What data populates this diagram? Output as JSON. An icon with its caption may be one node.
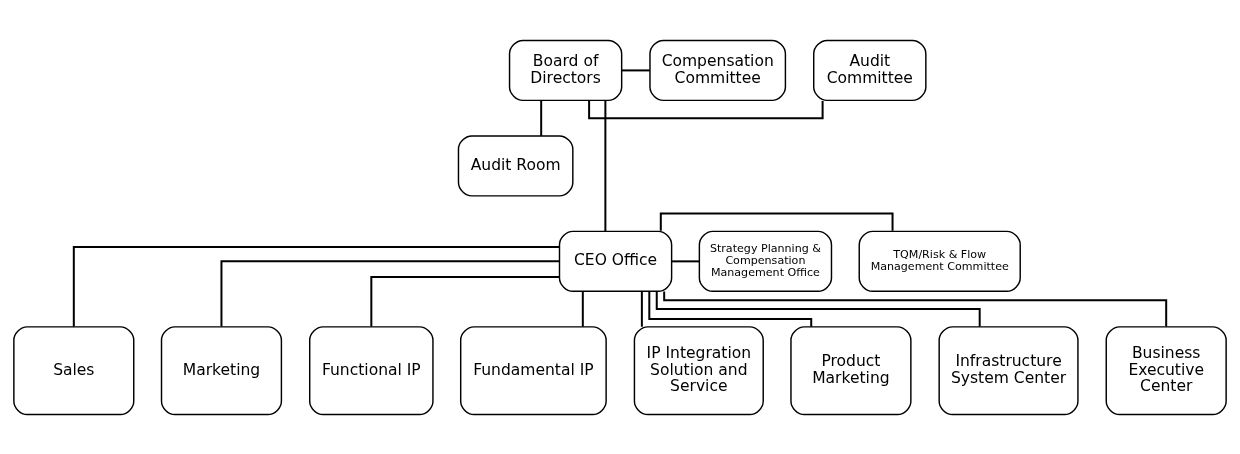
{
  "diagram": {
    "nodes": [
      {
        "text": [
          "Board of Directors"
        ]
      },
      {
        "text": [
          "Audit Committee"
        ]
      },
      {
        "text": [
          "Compensation Committee"
        ]
      },
      {
        "text": [
          "Audit Room"
        ]
      },
      {
        "text": [
          "CEO Office"
        ]
      },
      {
        "text": [
          "TQM/Risk & Flow Management Committee"
        ]
      },
      {
        "text": [
          "Strategy Planning & Compensation Management Office"
        ]
      },
      {
        "text": [
          "Sales"
        ]
      },
      {
        "text": [
          "Marketing"
        ]
      },
      {
        "text": [
          "Functional IP"
        ]
      },
      {
        "text": [
          "Fundamental IP"
        ]
      },
      {
        "text": [
          "IP Integration Solution and Service"
        ]
      },
      {
        "text": [
          "Product Marketing"
        ]
      },
      {
        "text": [
          "Infrastructure System Center"
        ]
      },
      {
        "text": [
          "Business Executive Center"
        ]
      }
    ],
    "edges": [
      {
        "from": 0,
        "to": 1,
        "arrow": "none"
      },
      {
        "from": 0,
        "to": 2,
        "arrow": "none"
      },
      {
        "from": 0,
        "to": 3,
        "arrow": "none"
      },
      {
        "from": 0,
        "to": 4,
        "arrow": "none"
      },
      {
        "from": 4,
        "to": 5,
        "arrow": "none"
      },
      {
        "from": 4,
        "to": 6,
        "arrow": "none"
      },
      {
        "from": 4,
        "to": 7,
        "arrow": "none"
      },
      {
        "from": 4,
        "to": 8,
        "arrow": "none"
      },
      {
        "from": 4,
        "to": 9,
        "arrow": "none"
      },
      {
        "from": 4,
        "to": 10,
        "arrow": "none"
      },
      {
        "from": 4,
        "to": 11,
        "arrow": "none"
      },
      {
        "from": 4,
        "to": 12,
        "arrow": "none"
      },
      {
        "from": 4,
        "to": 13,
        "arrow": "none"
      },
      {
        "from": 4,
        "to": 14,
        "arrow": "none"
      }
    ]
  }
}
